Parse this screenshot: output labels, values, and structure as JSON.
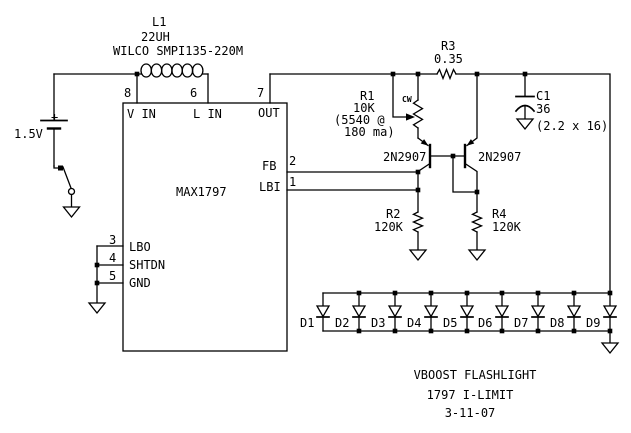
{
  "colors": {
    "background": "#ffffff",
    "ink": "#000000"
  },
  "inductor": {
    "ref": "L1",
    "value": "22UH",
    "part": "WILCO SMPI135-220M"
  },
  "battery": {
    "value": "1.5V",
    "polarity": "+"
  },
  "ic": {
    "part": "MAX1797",
    "pins": {
      "p8": {
        "num": "8",
        "name": "V IN"
      },
      "p6": {
        "num": "6",
        "name": "L IN"
      },
      "p7": {
        "num": "7",
        "name": "OUT"
      },
      "p2": {
        "num": "2",
        "name": "FB"
      },
      "p1": {
        "num": "1",
        "name": "LBI"
      },
      "p3": {
        "num": "3",
        "name": "LBO"
      },
      "p4": {
        "num": "4",
        "name": "SHTDN"
      },
      "p5": {
        "num": "5",
        "name": "GND"
      }
    }
  },
  "r1": {
    "ref": "R1",
    "value": "10K",
    "note1": "(5540 @",
    "note2": "180 ma)",
    "cw": "CW"
  },
  "r2": {
    "ref": "R2",
    "value": "120K"
  },
  "r3": {
    "ref": "R3",
    "value": "0.35"
  },
  "r4": {
    "ref": "R4",
    "value": "120K"
  },
  "c1": {
    "ref": "C1",
    "value": "36",
    "note": "(2.2 x 16)"
  },
  "q1": {
    "part": "2N2907"
  },
  "q2": {
    "part": "2N2907"
  },
  "diodes": {
    "labels": [
      "D1",
      "D2",
      "D3",
      "D4",
      "D5",
      "D6",
      "D7",
      "D8",
      "D9"
    ]
  },
  "title": {
    "line1": "VBOOST FLASHLIGHT",
    "line2": "1797 I-LIMIT",
    "line3": "3-11-07"
  }
}
